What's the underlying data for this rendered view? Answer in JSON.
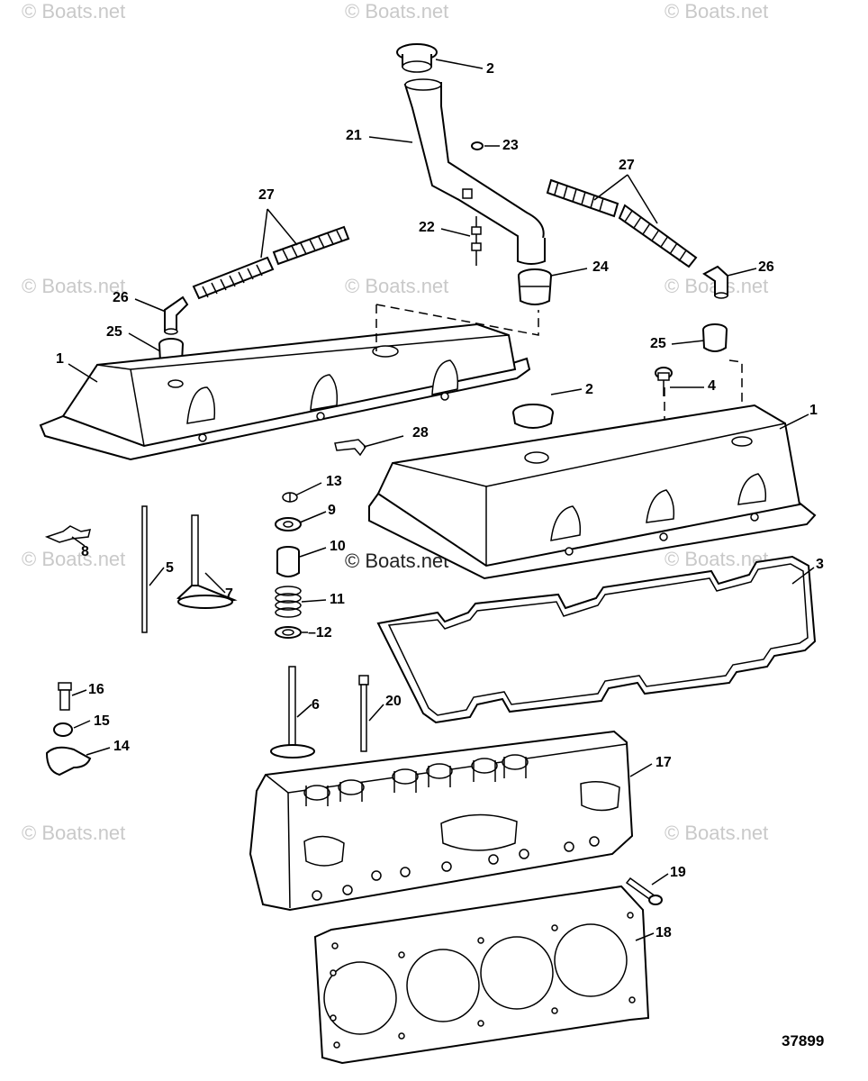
{
  "watermark": "© Boats.net",
  "center_watermark": "© Boats.net",
  "diagram_id": "37899",
  "callouts": {
    "c1a": "1",
    "c1b": "1",
    "c2a": "2",
    "c2b": "2",
    "c3": "3",
    "c4": "4",
    "c5": "5",
    "c6": "6",
    "c7": "7",
    "c8": "8",
    "c9": "9",
    "c10": "10",
    "c11": "11",
    "c12": "12",
    "c13": "13",
    "c14": "14",
    "c15": "15",
    "c16": "16",
    "c17": "17",
    "c18": "18",
    "c19": "19",
    "c20": "20",
    "c21": "21",
    "c22": "22",
    "c23": "23",
    "c24": "24",
    "c25a": "25",
    "c25b": "25",
    "c26a": "26",
    "c26b": "26",
    "c27a": "27",
    "c27b": "27",
    "c28": "28"
  }
}
